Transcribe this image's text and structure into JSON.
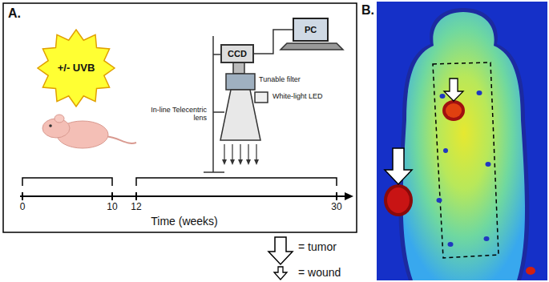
{
  "diagram": {
    "nodes": [
      {
        "text": [
          "CCD"
        ]
      },
      {
        "text": [
          "PC"
        ]
      }
    ],
    "edges": [
      {
        "from": 0,
        "to": 1,
        "arrow": "none"
      }
    ],
    "labels": [
      "A.",
      "+/- UVB",
      "Tunable filter",
      "White-light LED",
      "In-line Telecentric lens",
      "0",
      "10",
      "12",
      "30",
      "Time (weeks)",
      "B."
    ],
    "legend": [
      {
        "text": "= tumor"
      },
      {
        "text": "= wound"
      }
    ]
  }
}
